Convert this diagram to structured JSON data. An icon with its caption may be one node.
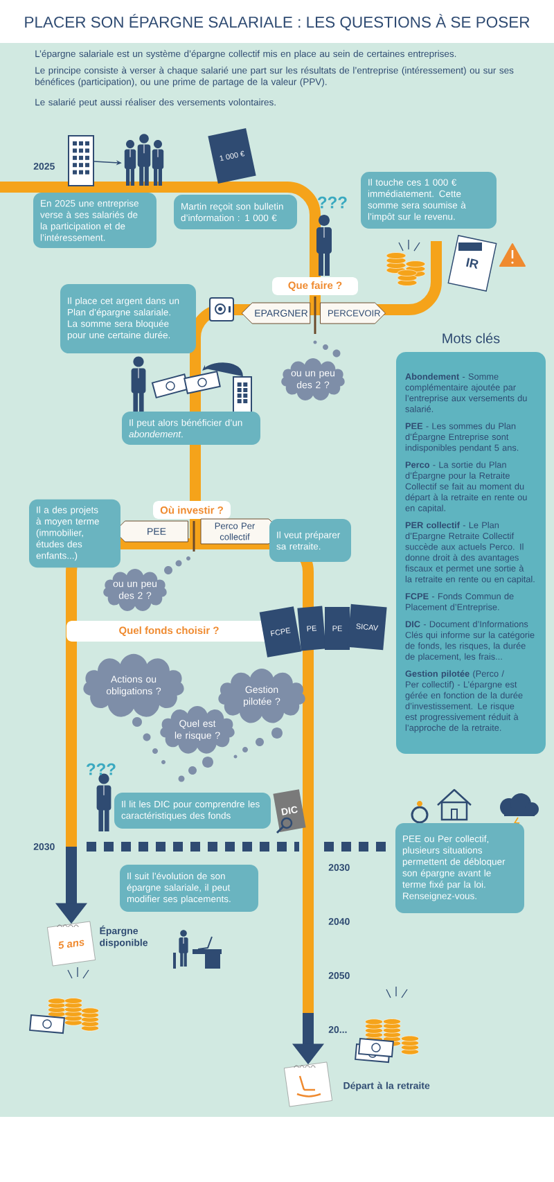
{
  "diagram": {
    "title": "PLACER SON ÉPARGNE SALARIALE : LES QUESTIONS À SE POSER",
    "nodes": [
      {
        "text": [],
        "shape": "picture"
      },
      {
        "text": [],
        "shape": "picture"
      },
      {
        "text": [
          "1 000 €"
        ]
      },
      {
        "text": [
          "En 2025 une entreprise verse à ses salariés de la participation et de l’intéressement."
        ]
      },
      {
        "text": [
          "Martin reçoit son bulletin d’information : 1 000 €"
        ]
      },
      {
        "text": [
          "Il touche ces 1 000 € immédiatement. Cette somme sera soumise à l’impôt sur le revenu."
        ]
      },
      {
        "text": [
          "IR"
        ]
      },
      {
        "text": [
          "Que faire ?"
        ]
      },
      {
        "text": [
          "EPARGNER"
        ]
      },
      {
        "text": [
          "PERCEVOIR"
        ]
      },
      {
        "text": [
          "Il place cet argent dans un Plan d’épargne salariale.",
          "La somme sera bloquée pour une certaine durée."
        ]
      },
      {
        "text": [
          "ou un peu des 2 ?"
        ]
      },
      {
        "text": [],
        "shape": "picture"
      },
      {
        "text": [],
        "shape": "picture"
      },
      {
        "text": [
          "Il peut alors bénéficier d’un *abondement*."
        ]
      },
      {
        "text": [
          "Mots clés",
          "**Abondement** - Somme complémentaire ajoutée par l’entreprise aux versements du salarié.",
          "**PEE** - Les sommes du Plan d’Épargne Entreprise sont indisponibles pendant 5 ans.",
          "**Perco** - La sortie du Plan d’Épargne pour la Retraite Collectif se fait au moment du départ à la retraite en rente ou en capital.",
          "**PER collectif** - Le Plan d’Epargne Retraite Collectif succède aux actuels Perco. Il donne droit à des avantages fiscaux et permet une sortie à la retraite en rente ou en capital.",
          "**FCPE** - Fonds Commun de Placement d’Entreprise.",
          "**DIC** - Document d’Informations Clés qui informe sur la catégorie de fonds, les risques, la durée de placement, les frais...",
          "**Gestion pilotée** (Perco / Per collectif) - L’épargne est gérée en fonction de la durée d’investissement. Le risque est progressivement réduit à l’approche de la retraite."
        ]
      },
      {
        "text": [
          "Où investir ?"
        ]
      },
      {
        "text": [
          "PEE"
        ]
      },
      {
        "text": [
          "Perco Per collectif"
        ]
      },
      {
        "text": [
          "Il a des projets à moyen terme (immobilier, études des enfants...)"
        ]
      },
      {
        "text": [
          "Il veut préparer sa retraite."
        ]
      },
      {
        "text": [
          "ou un peu des 2 ?"
        ]
      },
      {
        "text": [
          "Quel fonds choisir ?"
        ]
      },
      {
        "text": [
          "FCPE"
        ]
      },
      {
        "text": [
          "PE"
        ]
      },
      {
        "text": [
          "PE"
        ]
      },
      {
        "text": [
          "SICAV"
        ]
      },
      {
        "text": [
          "Actions ou obligations ?"
        ]
      },
      {
        "text": [
          "Gestion pilotée ?"
        ]
      },
      {
        "text": [
          "Quel est le risque ?"
        ]
      },
      {
        "text": [
          "Il lit les DIC pour comprendre les caractéristiques des fonds"
        ]
      },
      {
        "text": [
          "DIC"
        ]
      },
      {
        "text": [
          "Il suit l’évolution de son épargne salariale, il peut modifier ses placements."
        ]
      },
      {
        "text": [
          "PEE ou Per collectif, plusieurs situations permettent de débloquer son épargne avant le terme fixé par la loi. Renseignez-vous."
        ]
      },
      {
        "text": [
          "5 ans"
        ],
        "beside": [
          "Épargne disponible"
        ]
      },
      {
        "text": [],
        "shape": "picture",
        "beside": [
          "Départ à la retraite"
        ]
      }
    ],
    "edges": [
      {
        "from": 0,
        "to": 1,
        "arrow": "to"
      },
      {
        "from": 13,
        "to": 12,
        "arrow": "to"
      },
      {
        "from": null,
        "to": 34,
        "arrow": "to",
        "style": "thick"
      },
      {
        "from": null,
        "to": 35,
        "arrow": "to",
        "style": "thick"
      }
    ],
    "labels": [
      "L’épargne salariale est un système d’épargne collectif mis en place au sein de certaines entreprises.",
      "Le principe consiste à verser à chaque salarié une part sur les résultats de l’entreprise (intéressement) ou sur ses bénéfices (participation), ou une prime de partage de la valeur (PPV).",
      "Le salarié peut aussi réaliser des versements volontaires.",
      "2025",
      "2030",
      "2030",
      "2040",
      "2050",
      "20...",
      "???",
      "???"
    ]
  }
}
